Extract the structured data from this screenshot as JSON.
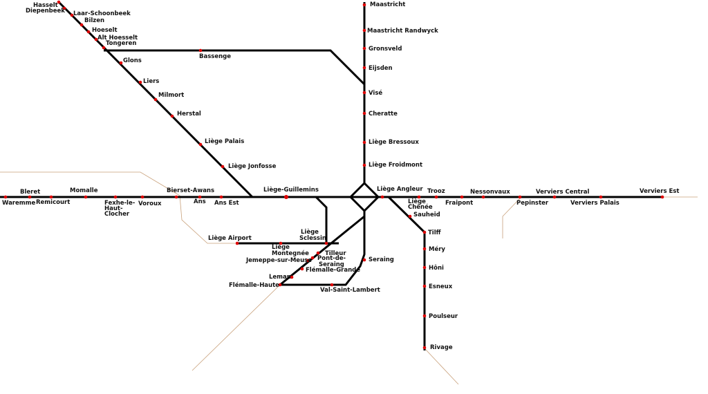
{
  "map": {
    "colors": {
      "track": "#000000",
      "station": "#dd0000",
      "boundary": "#c8a07a",
      "label": "#111111"
    },
    "stations": {
      "hasselt": "Hasselt",
      "diepenbeek": "Diepenbeek",
      "laar_schoonbeek": "Laar-Schoonbeek",
      "bilzen": "Bilzen",
      "hoeselt": "Hoeselt",
      "alt_hoesselt": "Alt Hoesselt",
      "tongeren": "Tongeren",
      "glons": "Glons",
      "bassenge": "Bassenge",
      "liers": "Liers",
      "milmort": "Milmort",
      "herstal": "Herstal",
      "liege_palais": "Liège Palais",
      "liege_jonfosse": "Liège Jonfosse",
      "maastricht": "Maastricht",
      "maastricht_randwyck": "Maastricht Randwyck",
      "gronsveld": "Gronsveld",
      "eijsden": "Eijsden",
      "vise": "Visé",
      "cheratte": "Cheratte",
      "liege_bressoux": "Liège Bressoux",
      "liege_froidmont": "Liège Froidmont",
      "bleret": "Bleret",
      "waremme": "Waremme",
      "remicourt": "Remicourt",
      "momalle": "Momalle",
      "fexhe_1": "Fexhe-le-",
      "fexhe_2": "Haut-",
      "fexhe_3": "Clocher",
      "voroux": "Voroux",
      "bierset_awans": "Bierset-Awans",
      "ans": "Ans",
      "ans_est": "Ans Est",
      "liege_guillemins": "Liège-Guillemins",
      "liege_angleur": "Liège Angleur",
      "liege_chenee_1": "Liège",
      "liege_chenee_2": "Chênée",
      "sauheid": "Sauheid",
      "trooz": "Trooz",
      "fraipont": "Fraipont",
      "nessonvaux": "Nessonvaux",
      "pepinster": "Pepinster",
      "verviers_central": "Verviers Central",
      "verviers_palais": "Verviers Palais",
      "verviers_est": "Verviers Est",
      "liege_airport": "Liège Airport",
      "liege_sclessin_1": "Liège",
      "liege_sclessin_2": "Sclessin",
      "liege_montegnee_1": "Liège",
      "liege_montegnee_2": "Montegnée",
      "jemeppe": "Jemeppe-sur-Meuse",
      "tilleur": "Tilleur",
      "pont_de_seraing_1": "Pont-de-",
      "pont_de_seraing_2": "Seraing",
      "flemalle_grande": "Flémalle-Grande",
      "leman": "Leman",
      "flemalle_haute": "Flémalle-Haute",
      "val_saint_lambert": "Val-Saint-Lambert",
      "seraing": "Seraing",
      "tilff": "Tilff",
      "mery": "Méry",
      "honi": "Hôni",
      "esneux": "Esneux",
      "poulseur": "Poulseur",
      "rivage": "Rivage"
    }
  }
}
